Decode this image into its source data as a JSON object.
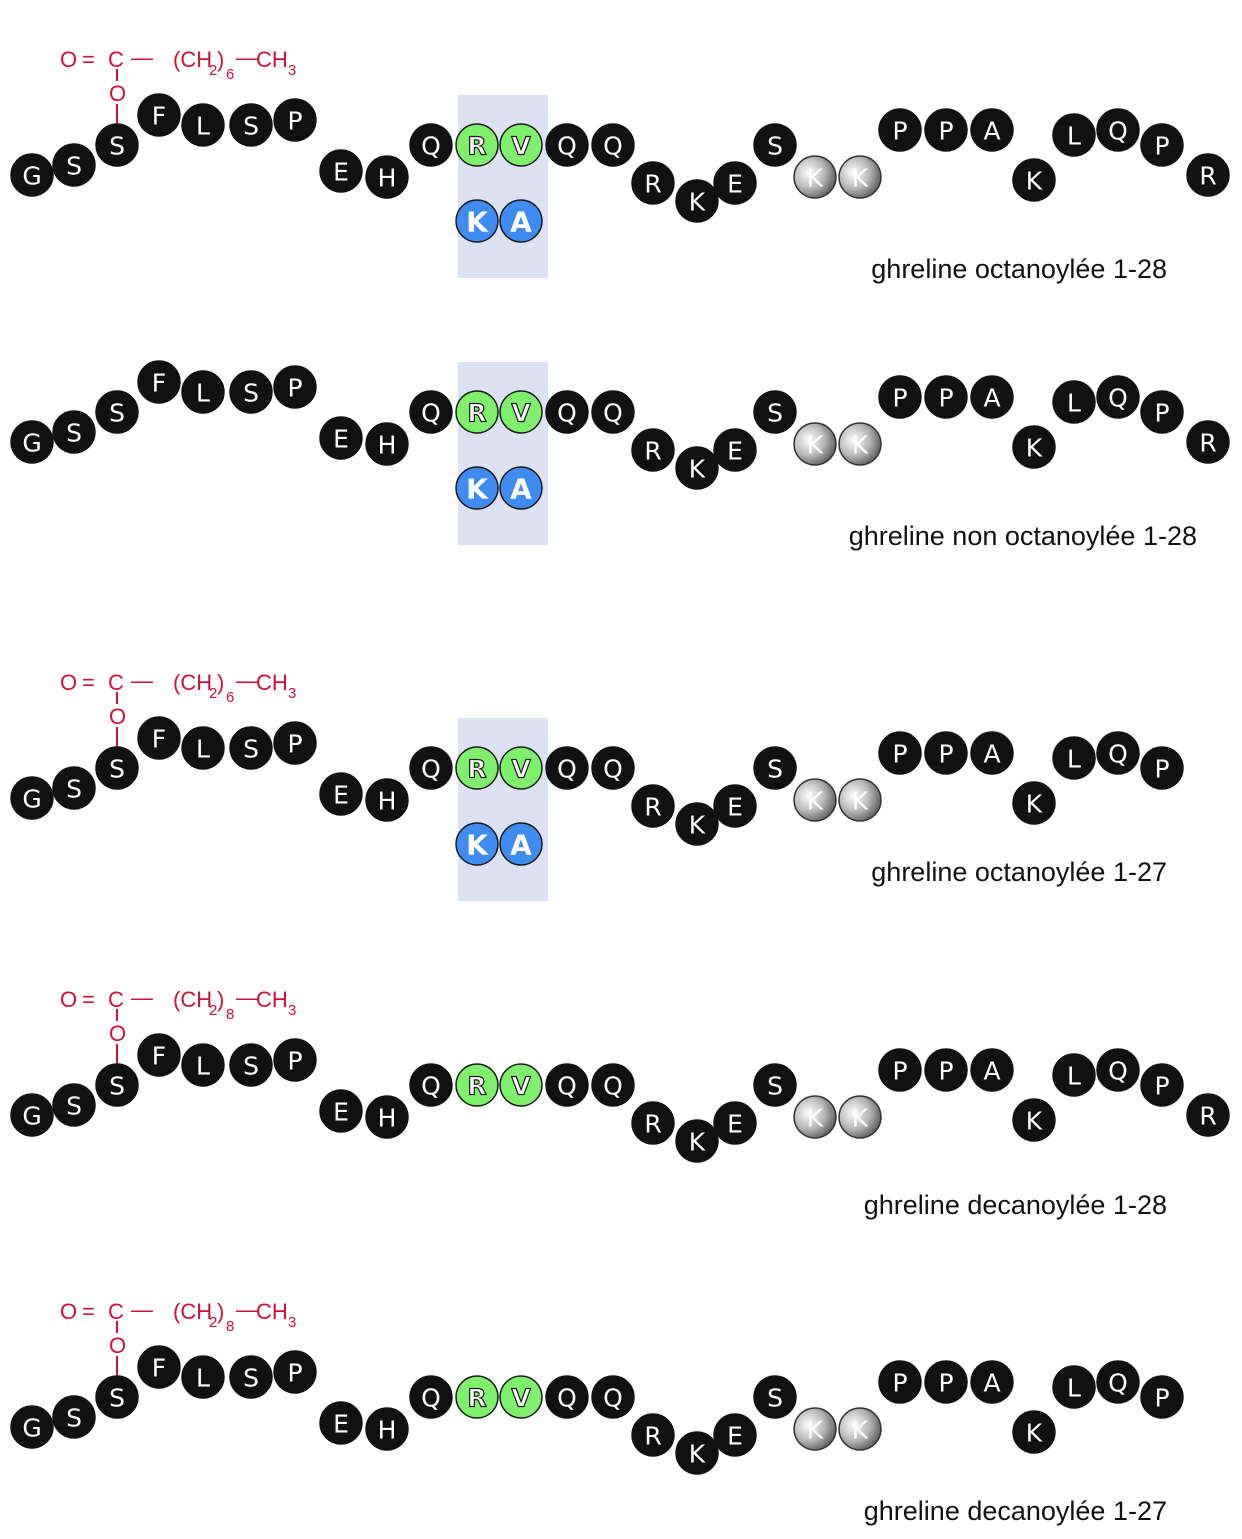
{
  "colors": {
    "standard": "#111111",
    "mutation": "#7ef06b",
    "variant": "#3f8cf0",
    "grey": "#8a8a8a",
    "acyl": "#d0103a",
    "highlight": "#dde2f3"
  },
  "chem": {
    "o_eq": "O",
    "eq": "=",
    "c": "C",
    "dash": "—",
    "o": "O",
    "ch_open": "(CH",
    "ch_close": ")",
    "ch3": "CH",
    "sub2": "2",
    "sub3": "3"
  },
  "sequences": [
    {
      "caption": "ghreline octanoylée 1-28",
      "residues": [
        "G",
        "S",
        "S",
        "F",
        "L",
        "S",
        "P",
        "E",
        "H",
        "Q",
        "R",
        "V",
        "Q",
        "Q",
        "R",
        "K",
        "E",
        "S",
        "K",
        "K",
        "P",
        "P",
        "A",
        "K",
        "L",
        "Q",
        "P",
        "R"
      ],
      "variants": [
        "K",
        "A"
      ],
      "acyl_n": "6"
    },
    {
      "caption": "ghreline non octanoylée 1-28",
      "residues": [
        "G",
        "S",
        "S",
        "F",
        "L",
        "S",
        "P",
        "E",
        "H",
        "Q",
        "R",
        "V",
        "Q",
        "Q",
        "R",
        "K",
        "E",
        "S",
        "K",
        "K",
        "P",
        "P",
        "A",
        "K",
        "L",
        "Q",
        "P",
        "R"
      ],
      "variants": [
        "K",
        "A"
      ],
      "acyl_n": ""
    },
    {
      "caption": "ghreline octanoylée 1-27",
      "residues": [
        "G",
        "S",
        "S",
        "F",
        "L",
        "S",
        "P",
        "E",
        "H",
        "Q",
        "R",
        "V",
        "Q",
        "Q",
        "R",
        "K",
        "E",
        "S",
        "K",
        "K",
        "P",
        "P",
        "A",
        "K",
        "L",
        "Q",
        "P"
      ],
      "variants": [
        "K",
        "A"
      ],
      "acyl_n": "6"
    },
    {
      "caption": "ghreline decanoylée 1-28",
      "residues": [
        "G",
        "S",
        "S",
        "F",
        "L",
        "S",
        "P",
        "E",
        "H",
        "Q",
        "R",
        "V",
        "Q",
        "Q",
        "R",
        "K",
        "E",
        "S",
        "K",
        "K",
        "P",
        "P",
        "A",
        "K",
        "L",
        "Q",
        "P",
        "R"
      ],
      "variants": [],
      "acyl_n": "8"
    },
    {
      "caption": "ghreline decanoylée 1-27",
      "residues": [
        "G",
        "S",
        "S",
        "F",
        "L",
        "S",
        "P",
        "E",
        "H",
        "Q",
        "R",
        "V",
        "Q",
        "Q",
        "R",
        "K",
        "E",
        "S",
        "K",
        "K",
        "P",
        "P",
        "A",
        "K",
        "L",
        "Q",
        "P"
      ],
      "variants": [],
      "acyl_n": "8"
    }
  ]
}
